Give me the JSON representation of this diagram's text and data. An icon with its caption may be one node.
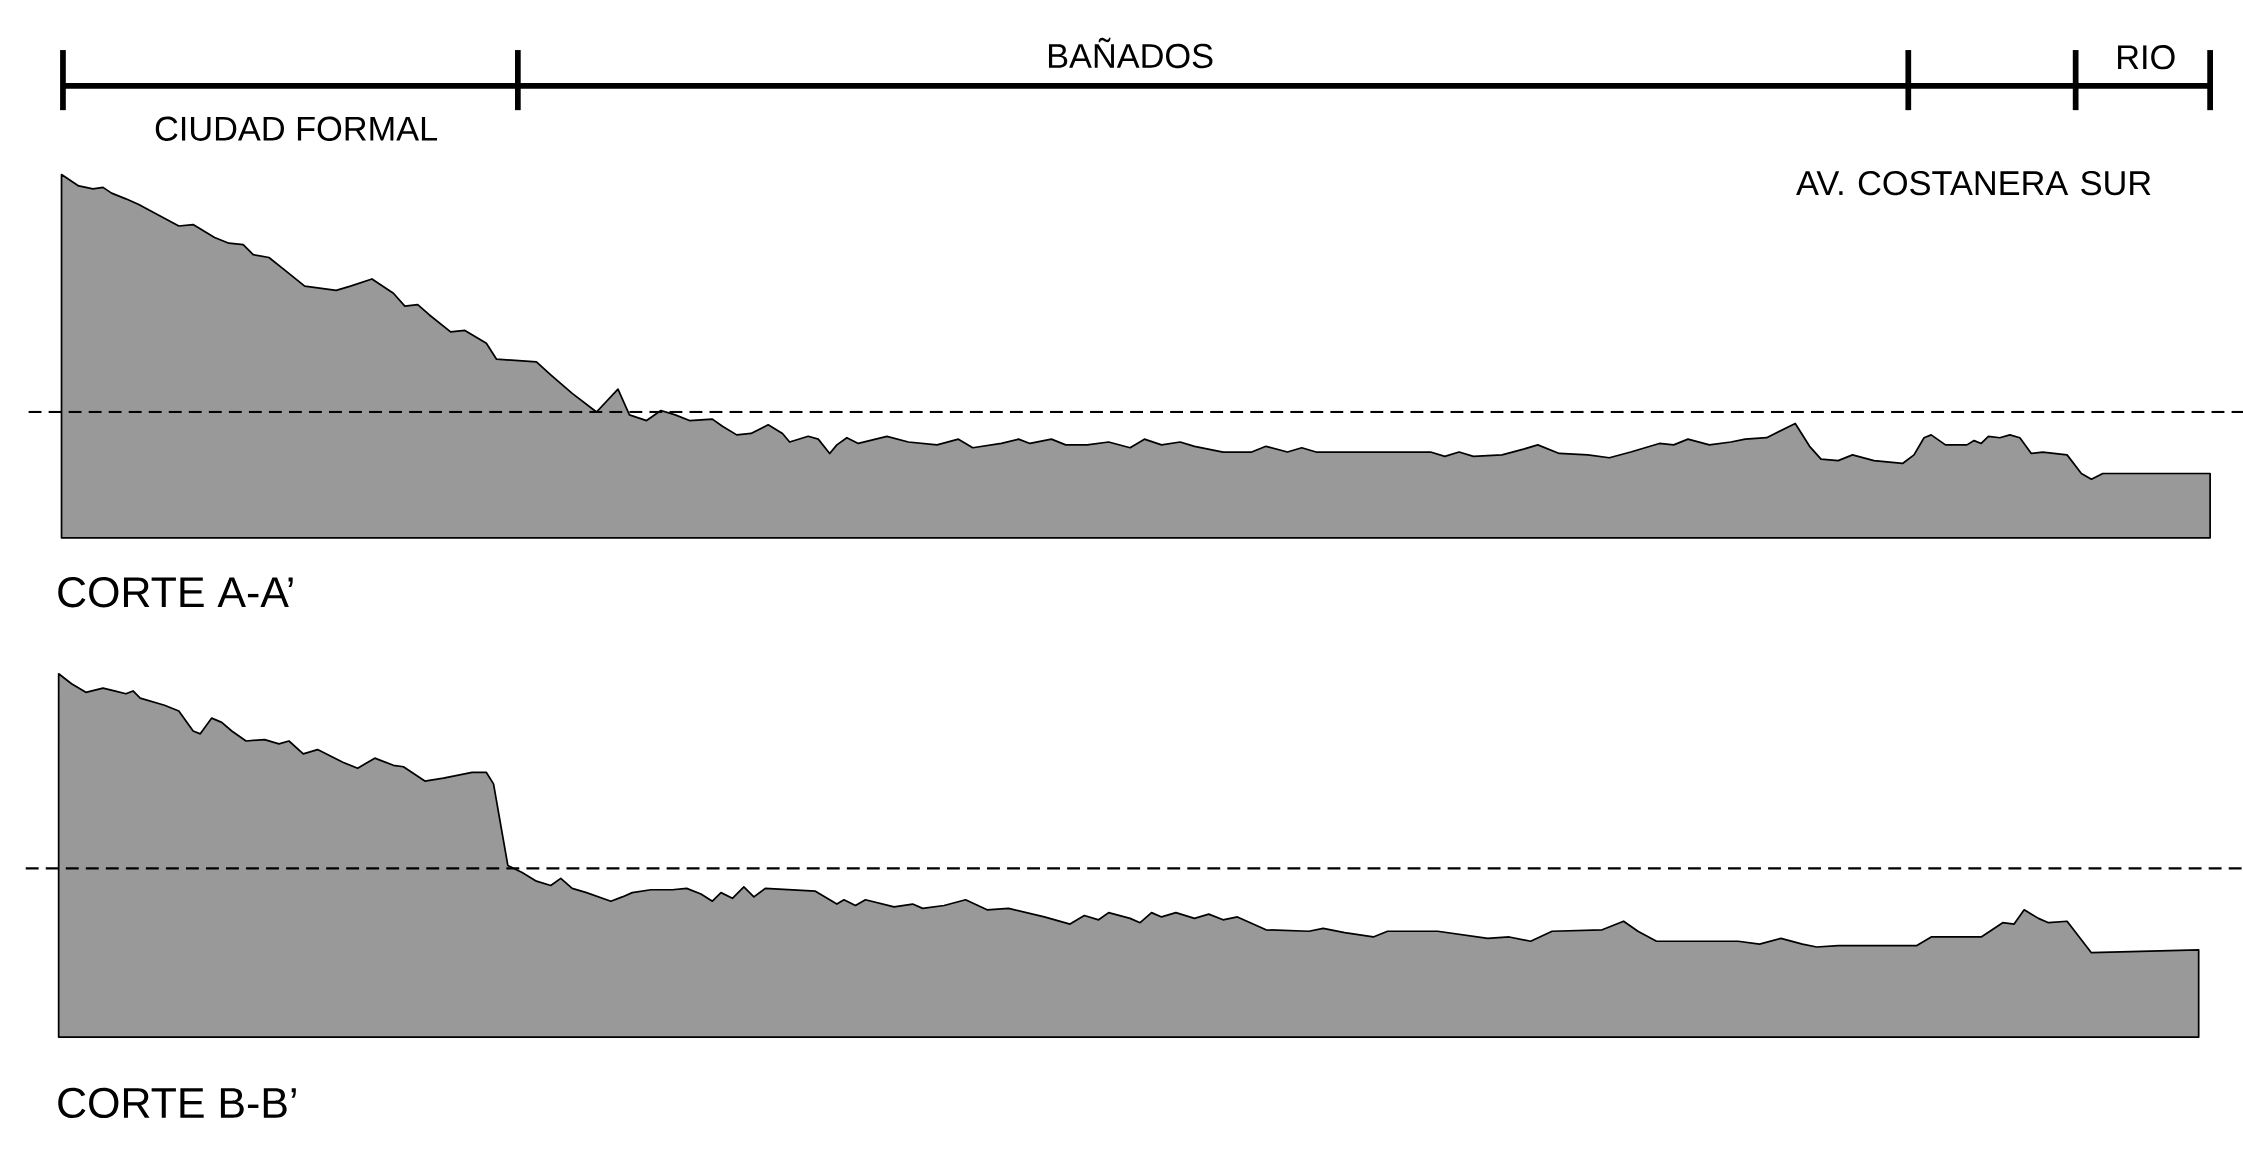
{
  "diagram": {
    "labels": [
      "BAÑADOS",
      "RIO",
      "CIUDAD FORMAL",
      "AV. COSTANERA SUR",
      "CORTE A-A’",
      "CORTE B-B’"
    ]
  }
}
